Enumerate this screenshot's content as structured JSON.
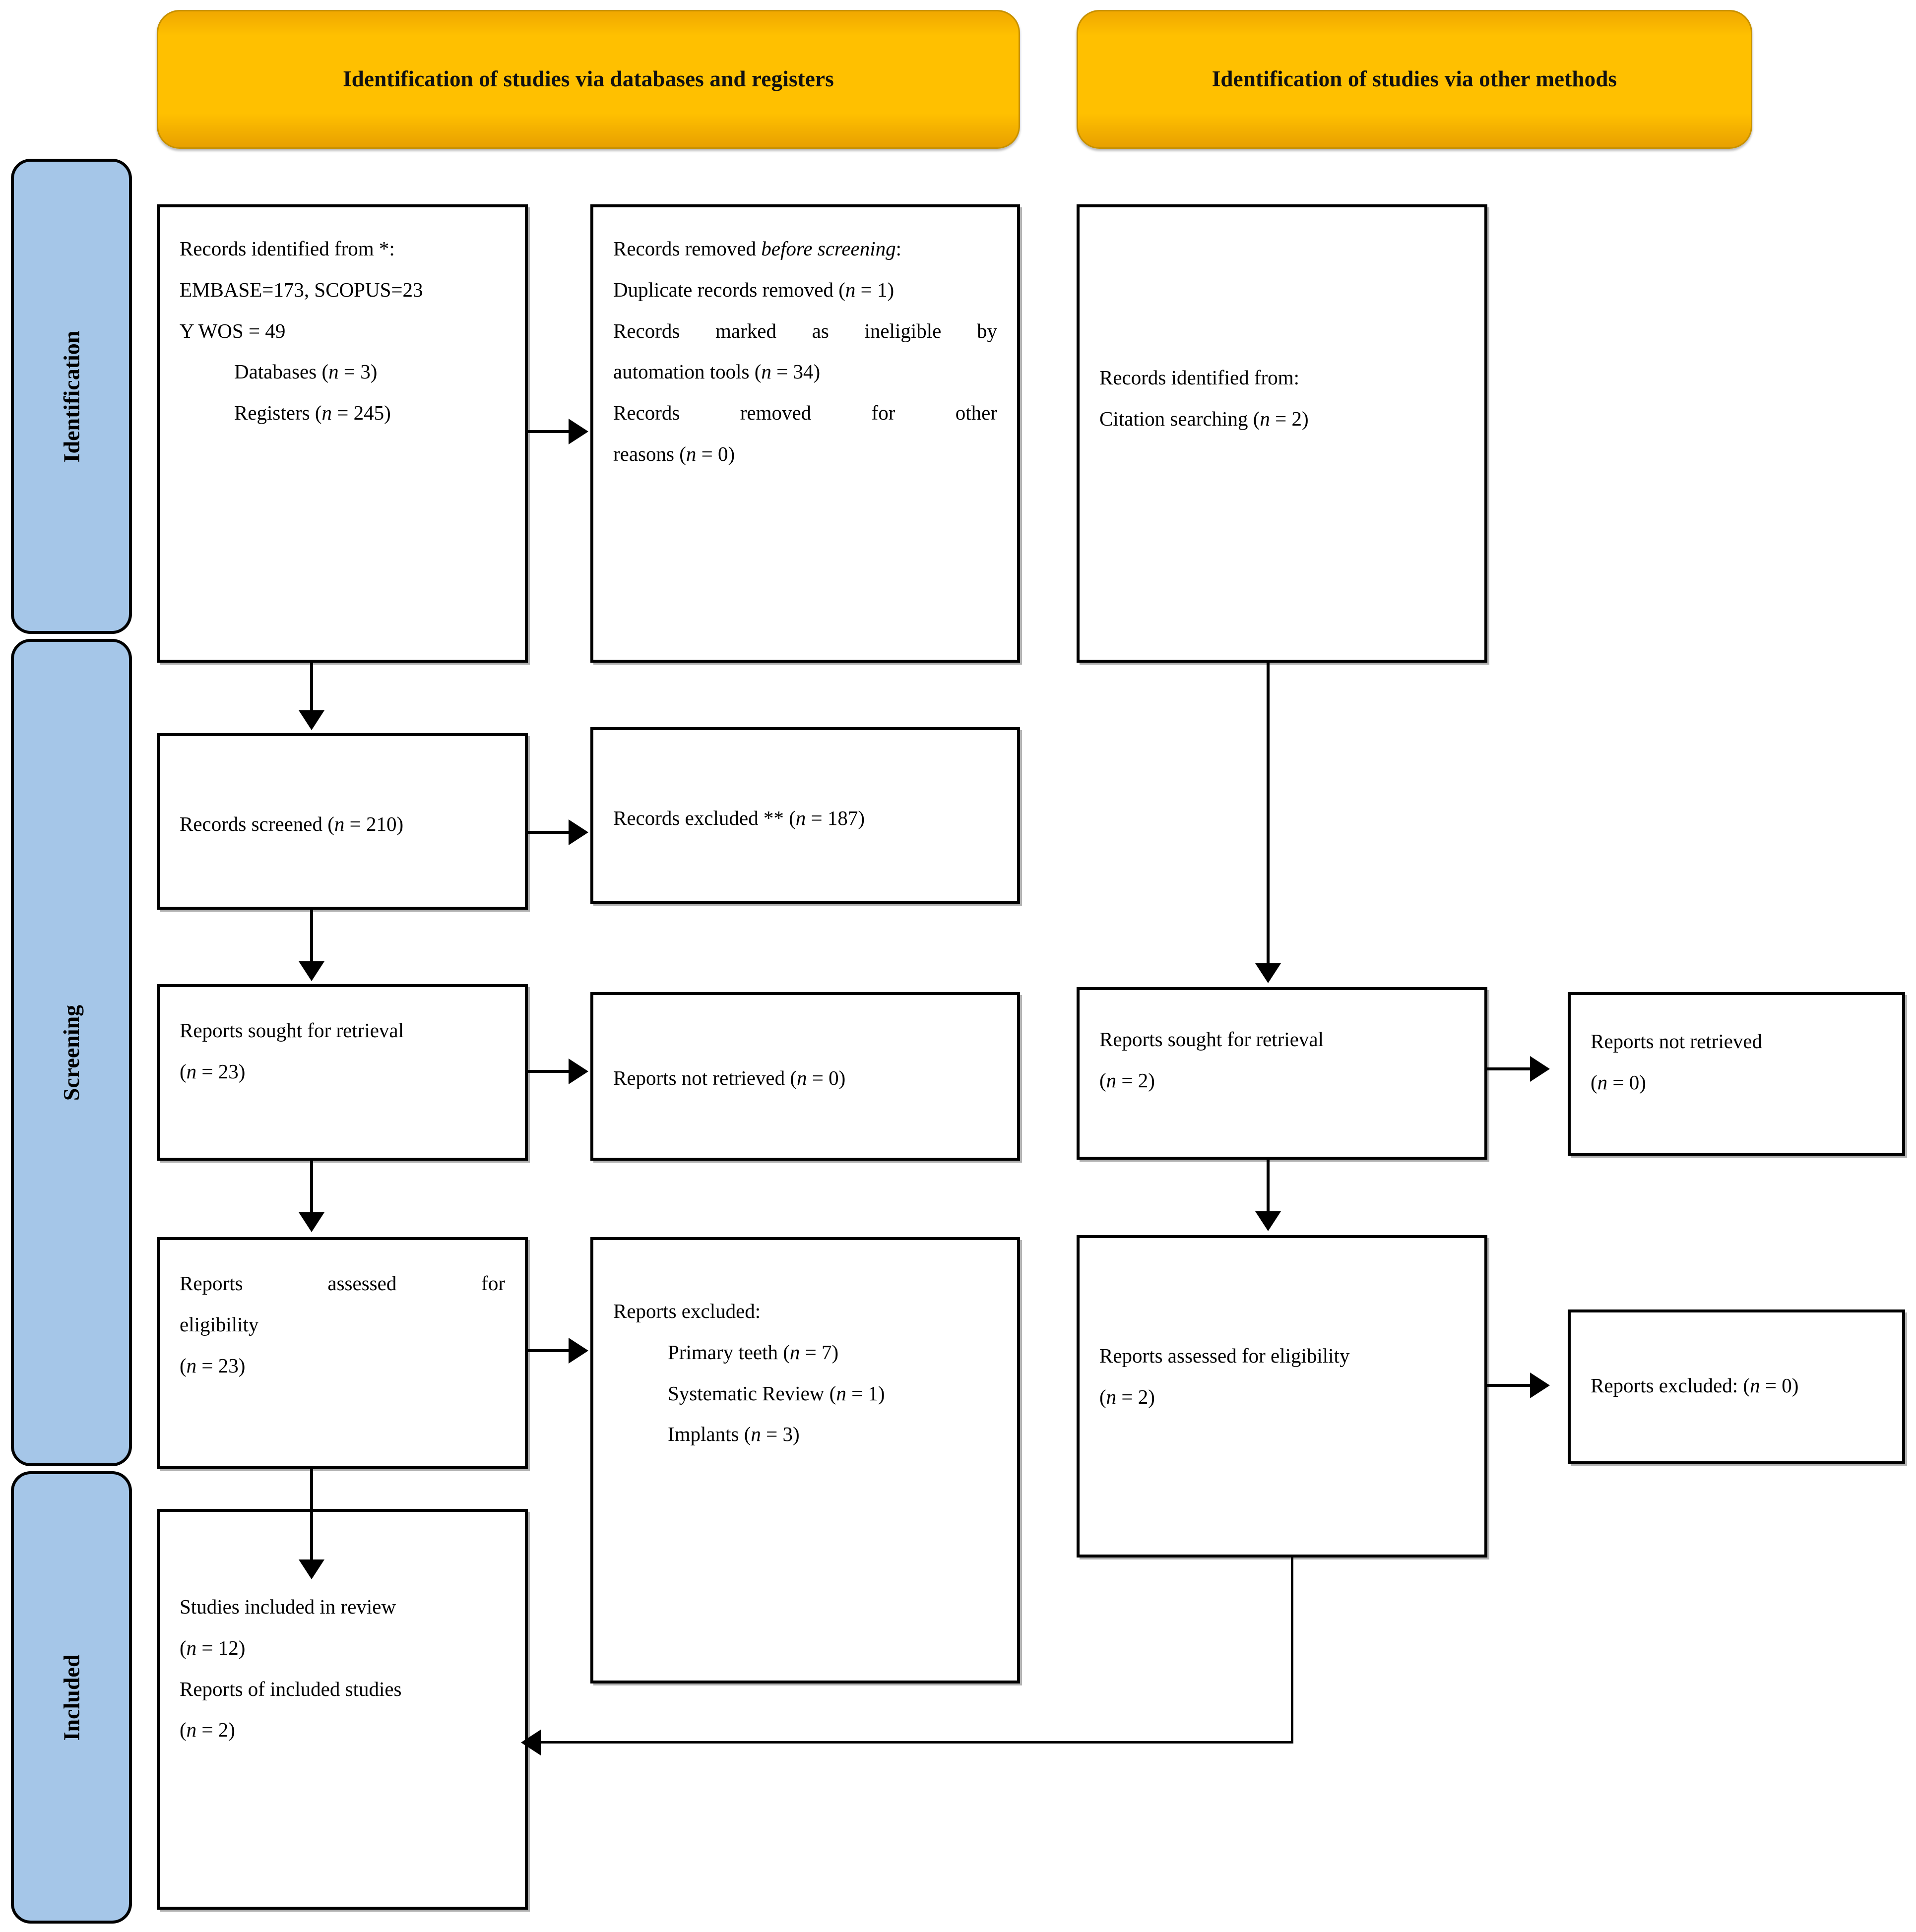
{
  "diagram": {
    "title": "PRISMA 2020 flow diagram",
    "colors": {
      "banner_fill": "#FFC000",
      "banner_border": "#C79100",
      "stage_fill": "#A5C6E8",
      "line": "#000000",
      "box_fill": "#FFFFFF"
    }
  },
  "banners": [
    {
      "id": "databases",
      "label": "Identification of studies via databases and registers"
    },
    {
      "id": "other",
      "label": "Identification of studies via other methods"
    }
  ],
  "stages": [
    {
      "id": "identification",
      "label": "Identification"
    },
    {
      "id": "screening",
      "label": "Screening"
    },
    {
      "id": "included",
      "label": "Included"
    }
  ],
  "boxes": {
    "records_identified": {
      "line1": "Records identified from *:",
      "line2": "EMBASE=173,  SCOPUS=23",
      "line3": "Y WOS = 49",
      "line4": "Databases (",
      "line4_n": "n",
      "line4_val": " = 3)",
      "line5": "Registers (",
      "line5_n": "n",
      "line5_val": " = 245)"
    },
    "records_removed": {
      "heading_plain": "Records removed ",
      "heading_italic": "before screening",
      "heading_colon": ":",
      "l1a": "Duplicate records removed (",
      "l1n": "n",
      "l1b": " = 1)",
      "l2a": "Records marked as ineligible by",
      "l3a": "automation tools (",
      "l3n": "n",
      "l3b": " = 34)",
      "l4a": "Records removed for other",
      "l5a": "reasons (",
      "l5n": "n",
      "l5b": " = 0)"
    },
    "records_screened": {
      "a": "Records screened (",
      "n": "n",
      "b": " = 210)"
    },
    "records_excluded": {
      "a": "Records excluded ** (",
      "n": "n",
      "b": " = 187)"
    },
    "reports_sought": {
      "a": "Reports sought for retrieval",
      "b1": "(",
      "n": "n",
      "b2": " = 23)"
    },
    "reports_not_retrieved": {
      "a": "Reports not retrieved (",
      "n": "n",
      "b": " = 0)"
    },
    "reports_assessed": {
      "a": "Reports assessed for",
      "b": "eligibility",
      "c1": "(",
      "n": "n",
      "c2": " = 23)"
    },
    "reports_excluded_reasons": {
      "heading": "Reports excluded:",
      "r1a": "Primary teeth (",
      "r1n": "n",
      "r1b": " = 7)",
      "r2a": "Systematic Review (",
      "r2n": "n",
      "r2b": " = 1)",
      "r3a": "Implants (",
      "r3n": "n",
      "r3b": " = 3)"
    },
    "studies_included": {
      "a": "Studies included in review",
      "b1": "(",
      "bn": "n",
      "b2": " = 12)",
      "c": "Reports of included studies",
      "d1": "(",
      "dn": "n",
      "d2": " = 2)"
    },
    "other_identified": {
      "a": "Records identified from:",
      "b1": "Citation searching (",
      "bn": "n",
      "b2": " = 2)"
    },
    "other_sought": {
      "a": "Reports sought for retrieval",
      "b1": "(",
      "bn": "n",
      "b2": " = 2)"
    },
    "other_not_retrieved": {
      "a": "Reports  not  retrieved",
      "b1": "(",
      "bn": "n",
      "b2": " = 0)"
    },
    "other_assessed": {
      "a": "Reports assessed for eligibility",
      "b1": "(",
      "bn": "n",
      "b2": " = 2)"
    },
    "other_excluded": {
      "a": "Reports excluded: (",
      "n": "n",
      "b": " = 0)"
    }
  }
}
